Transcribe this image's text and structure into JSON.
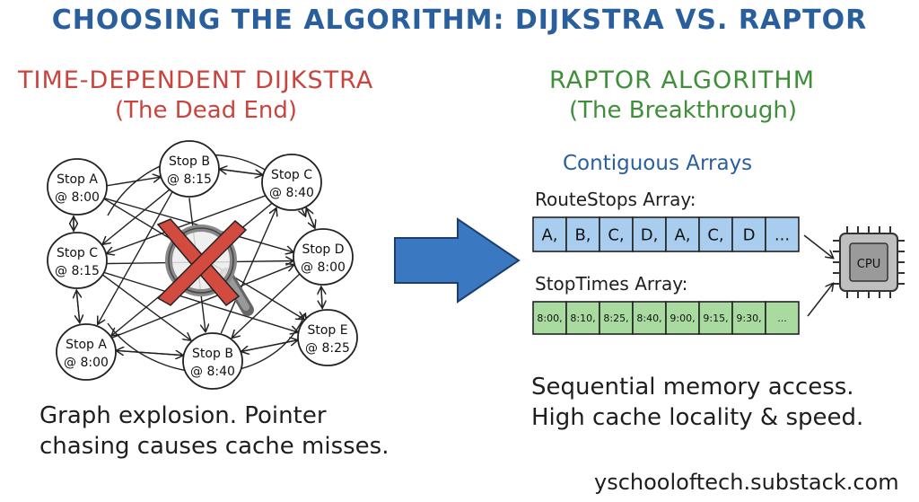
{
  "title": "CHOOSING THE ALGORITHM: DIJKSTRA VS. RAPTOR",
  "left": {
    "heading": "TIME-DEPENDENT DIJKSTRA",
    "subheading": "(The Dead End)",
    "caption_line1": "Graph explosion. Pointer",
    "caption_line2": "chasing causes cache misses.",
    "nodes": [
      {
        "id": "a1",
        "name": "Stop A",
        "time": "@ 8:00"
      },
      {
        "id": "b1",
        "name": "Stop B",
        "time": "@ 8:15"
      },
      {
        "id": "c1",
        "name": "Stop C",
        "time": "@ 8:40"
      },
      {
        "id": "c2",
        "name": "Stop C",
        "time": "@ 8:15"
      },
      {
        "id": "d1",
        "name": "Stop D",
        "time": "@ 8:00"
      },
      {
        "id": "a2",
        "name": "Stop A",
        "time": "@ 8:00"
      },
      {
        "id": "b2",
        "name": "Stop B",
        "time": "@ 8:40"
      },
      {
        "id": "e1",
        "name": "Stop E",
        "time": "@ 8:25"
      }
    ]
  },
  "right": {
    "heading": "RAPTOR ALGORITHM",
    "subheading": "(The Breakthrough)",
    "section_label": "Contiguous Arrays",
    "route_stops_label": "RouteStops Array:",
    "route_stops": [
      "A,",
      "B,",
      "C,",
      "D,",
      "A,",
      "C,",
      "D",
      "..."
    ],
    "stop_times_label": "StopTimes Array:",
    "stop_times": [
      "8:00,",
      "8:10,",
      "8:25,",
      "8:40,",
      "9:00,",
      "9:15,",
      "9:30,",
      "..."
    ],
    "cpu_label": "CPU",
    "caption_line1": "Sequential memory access.",
    "caption_line2": "High cache locality & speed."
  },
  "footer": "yschooloftech.substack.com",
  "colors": {
    "title_blue": "#2a5f9e",
    "heading_red": "#c8443d",
    "heading_green": "#3f8f3a",
    "route_cell_fill": "#a9cdee",
    "time_cell_fill": "#a9dba1",
    "arrow_blue": "#3a78c2",
    "cross_red": "#d24b3e"
  },
  "icons": [
    "magnifier-icon",
    "red-x-icon",
    "big-right-arrow-icon",
    "cpu-chip-icon"
  ]
}
